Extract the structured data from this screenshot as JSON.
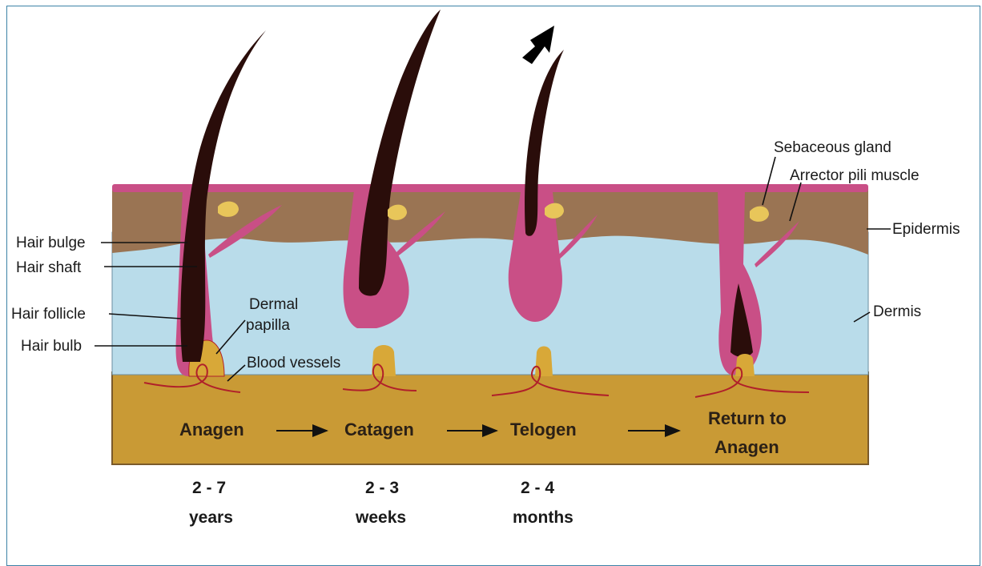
{
  "labels": {
    "hair_bulge": "Hair bulge",
    "hair_shaft": "Hair shaft",
    "hair_follicle": "Hair follicle",
    "hair_bulb": "Hair bulb",
    "dermal_papilla_1": "Dermal",
    "dermal_papilla_2": "papilla",
    "blood_vessels": "Blood vessels",
    "sebaceous_gland": "Sebaceous gland",
    "arrector_pili": "Arrector pili muscle",
    "epidermis": "Epidermis",
    "dermis": "Dermis"
  },
  "stages": {
    "anagen": "Anagen",
    "catagen": "Catagen",
    "telogen": "Telogen",
    "return_1": "Return to",
    "return_2": "Anagen"
  },
  "durations": {
    "anagen_range": "2 - 7",
    "anagen_unit": "years",
    "catagen_range": "2 - 3",
    "catagen_unit": "weeks",
    "telogen_range": "2 - 4",
    "telogen_unit": "months"
  },
  "colors": {
    "epidermis": "#9a7453",
    "dermis": "#b9dcea",
    "hypodermis": "#c99a35",
    "follicle": "#c94f86",
    "hair": "#2a0d0a",
    "papilla": "#d8a838",
    "vessels": "#b0202a",
    "gland": "#e8c65a",
    "frame": "#3c82a6"
  }
}
